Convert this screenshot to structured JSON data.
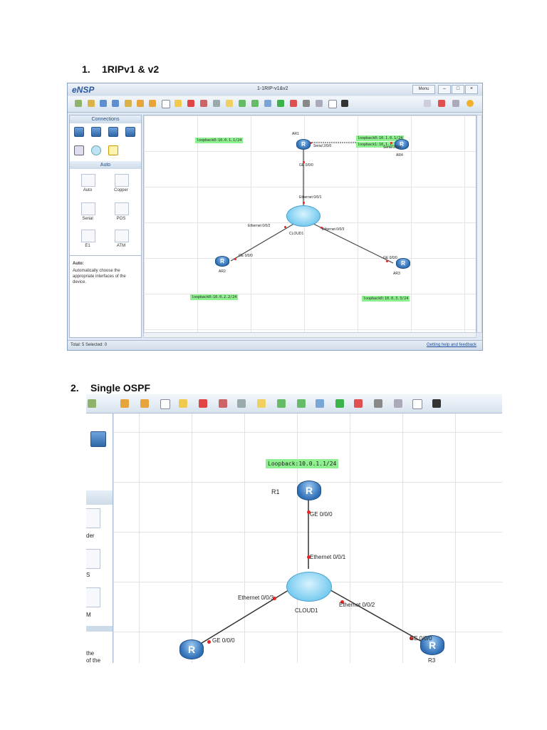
{
  "section1": {
    "number": "1.",
    "title": "1RIPv1 & v2",
    "window": {
      "app_name": "eNSP",
      "title": "1-1RIP-v1&v2",
      "menu_label": "Menu",
      "panel": {
        "connections_header": "Connections",
        "auto_header": "Auto",
        "cables": [
          "Auto",
          "Copper",
          "Serial",
          "POS",
          "E1",
          "ATM"
        ],
        "desc_title": "Auto:",
        "desc_text": "Automatically choose the appropriate interfaces of the device."
      },
      "status_left": "Total: 5  Selected: 0",
      "status_right": "Getting help and feedback",
      "topology": {
        "loopback_ar1": "loopback0:10.0.1.1/24",
        "loopback_ar4_a": "loopback0:10.1.0.1/24",
        "loopback_ar4_b": "loopback1:10.1.1.1/24",
        "loopback_ar2": "loopback0:10.0.2.2/24",
        "loopback_ar3": "loopback0:10.0.3.3/24",
        "ar1": "AR1",
        "ar2": "AR2",
        "ar3": "AR3",
        "ar4": "AR4",
        "cloud": "CLOUD1",
        "ar1_serial": "Serial 2/0/0",
        "ar4_serial": "Serial 2/0/0",
        "ar1_ge": "GE 0/0/0",
        "cloud_eth1": "Ethernet 0/0/1",
        "cloud_eth2": "Ethernet 0/0/2",
        "cloud_eth3": "Ethernet 0/0/3",
        "ar2_ge": "GE 0/0/0",
        "ar3_ge": "GE 0/0/0",
        "router_glyph": "R"
      }
    }
  },
  "section2": {
    "number": "2.",
    "title": "Single OSPF",
    "window": {
      "side_fragments": [
        "der",
        "S",
        "M",
        "the",
        "of the"
      ],
      "topology": {
        "loopback_r1": "Loopback:10.0.1.1/24",
        "r1": "R1",
        "r1_ge": "GE 0/0/0",
        "cloud_eth1": "Ethernet 0/0/1",
        "cloud_eth3": "Ethernet 0/0/3",
        "cloud_eth2": "Ethernet 0/0/2",
        "cloud": "CLOUD1",
        "left_ge": "GE 0/0/0",
        "right_ge": "GE 0/0/0",
        "r3": "R3",
        "router_glyph": "R"
      }
    }
  }
}
